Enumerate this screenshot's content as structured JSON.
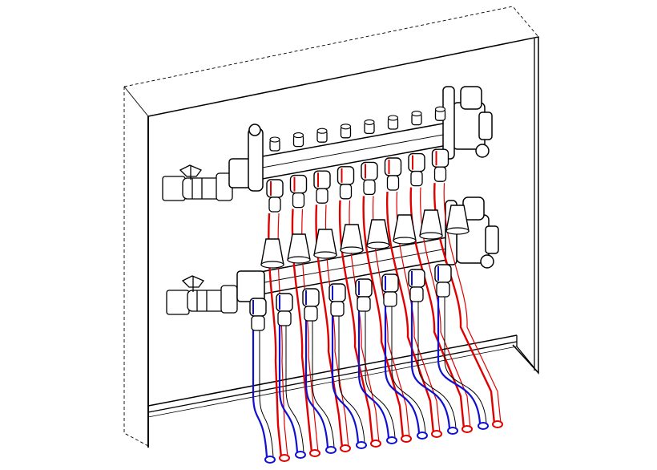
{
  "diagram": {
    "subject": "manifold-cabinet",
    "circuits": 8,
    "valves": 2,
    "colors": {
      "outline": "#000000",
      "background": "#ffffff",
      "supply_pipe": "#e00000",
      "return_pipe": "#1010d0"
    }
  }
}
